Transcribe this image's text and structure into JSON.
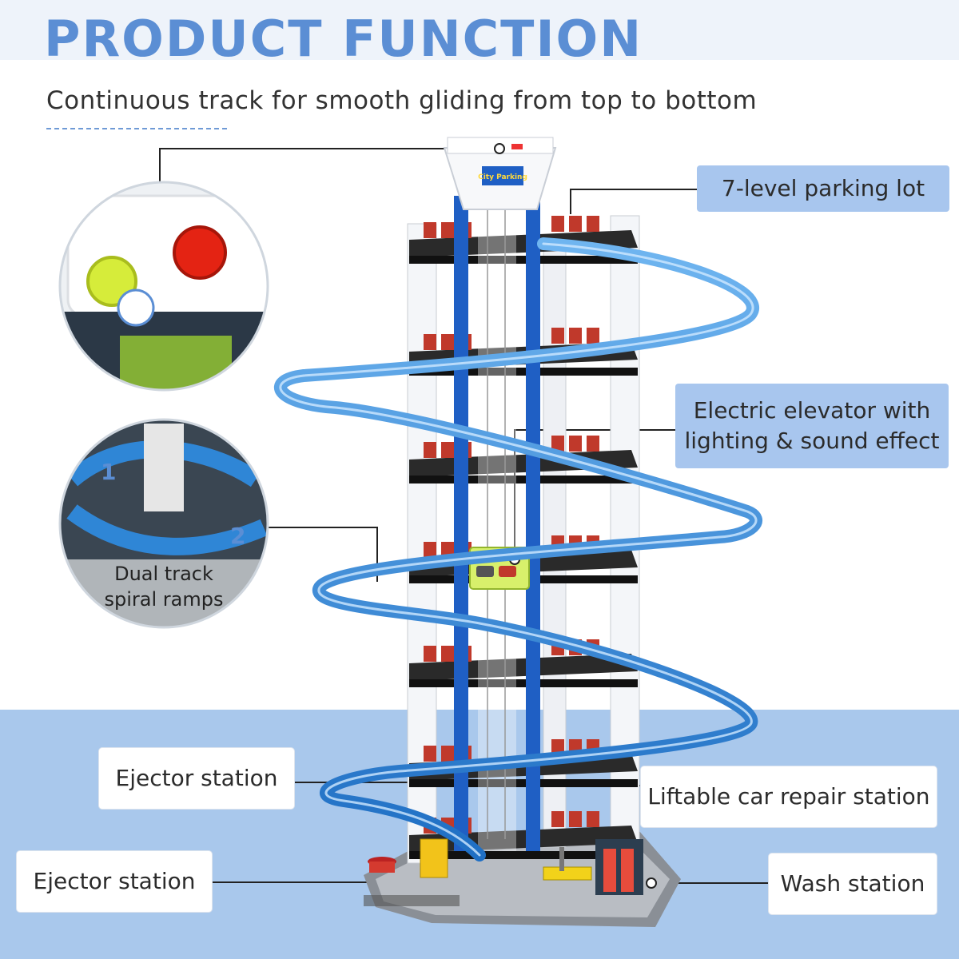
{
  "header": {
    "title": "PRODUCT FUNCTION",
    "subtitle": "Continuous track for smooth gliding from top to bottom"
  },
  "callouts": {
    "parking_lot": "7-level parking lot",
    "elevator_line1": "Electric elevator with",
    "elevator_line2": "lighting & sound effect",
    "dual_track_line1": "Dual track",
    "dual_track_line2": "spiral ramps",
    "ejector_station_1": "Ejector station",
    "ejector_station_2": "Ejector station",
    "repair_station": "Liftable car repair station",
    "wash_station": "Wash station"
  },
  "product": {
    "sign_text": "City Parking",
    "level_count": 7
  },
  "colors": {
    "accent": "#5b8ed4",
    "callout_blue": "#a8c6ee",
    "bottom_band": "#a9c8ec",
    "track_blue": "#2f86d6",
    "pillar_blue": "#1f5fc4"
  }
}
